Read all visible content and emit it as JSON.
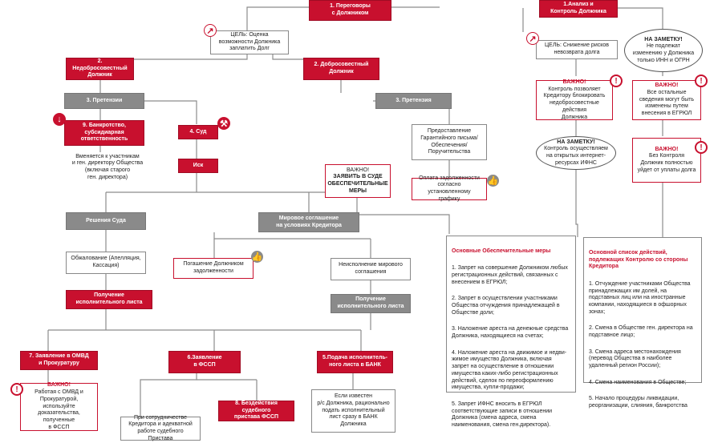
{
  "colors": {
    "accent": "#c8102e",
    "gray": "#8a8a8a",
    "line": "#8c8c8c"
  },
  "nodes": {
    "n1": "1. Переговоры\nс Должником",
    "goal1": "ЦЕЛЬ: Оценка\nвозможности Должника\nзаплатить Долг",
    "n2a": "2. Недобросовестный\nДолжник",
    "n2b": "2. Добросовестный\nДолжник",
    "n3a": "3. Претензии",
    "n3b": "3. Претензия",
    "n9": "9. Банкротство,\nсубсидиарная\nответственность",
    "n9text": "Вменяется к участникам\nи ген. директору Общества\n(включая старого\nген. директора)",
    "n4": "4. Суд",
    "isk": "Иск",
    "warn_court_title": "ВАЖНО!",
    "warn_court_text": "ЗАЯВИТЬ В СУДЕ\nОБЕСПЕЧИТЕЛЬНЫЕ\nМЕРЫ",
    "guarantee": "Предоставление\nГарантийного письма/\nОбеспечения/\nПоручительства",
    "payment": "Оплата задолженности\nсогласно установленному\nграфику",
    "decisions": "Решения Суда",
    "settlement": "Мировое соглашение\nна условиях Кредитора",
    "appeal": "Обжалование (Апелляция,\nКассация)",
    "repay": "Погашение Должником\nзадолженности",
    "nonexec": "Неисполнение мирового\nсоглашения",
    "getlist_red": "Получение\nисполнительного листа",
    "getlist_gray": "Получение\nисполнительного листа",
    "n7": "7. Заявление в ОМВД\nи Прокуратуру",
    "n6": "6.Заявление\nв ФССП",
    "n5": "5.Подача исполнитель-\nного листа в БАНК",
    "warn_police_title": "ВАЖНО!",
    "warn_police_text": "Работая с ОМВД и\nПрокуратурой, используйте\nдоказательства, полученные\nв ФССП",
    "fssp_coop": "При сотрудничестве\nКредитора и адекватной\nработе судебного Пристава",
    "n8": "8. Бездействия судебного\nпристава ФССП",
    "bank_text": "Если известен\nр/с Должника, рационально\nподать исполнительный\nлист сразу в БАНК\nДолжника",
    "n1r": "1.Анализ и\nКонтроль Должника",
    "goal_r": "ЦЕЛЬ: Снижение рисков\nневозврата долга",
    "note_top_title": "НА ЗАМЕТКУ!",
    "note_top_text": "Не подлежат\nизменению у Должника\nтолько ИНН и ОГРН",
    "warn_r1_title": "ВАЖНО!",
    "warn_r1_text": "Контроль позволяет\nКредитору блокировать\nнедобросовестные действия\nДолжника",
    "warn_r2_title": "ВАЖНО!",
    "warn_r2_text": "Все остальные\nсведения могут быть\nизменены путем\nвнесения в ЕГРЮЛ",
    "note_fns_title": "НА ЗАМЕТКУ!",
    "note_fns_text": "Контроль осуществляем\nна открытых интернет-\nресурсах  ИФНС",
    "warn_r3_title": "ВАЖНО!",
    "warn_r3_text": "Без Контроля\nДолжник полностью\nуйдет от  уплаты долга"
  },
  "measures_panel": {
    "title": "Основные Обеспечительные меры",
    "items": [
      "1. Запрет на совершение Должником любых регистрационных действий, связанных с внесением в ЕГРЮЛ;",
      "2. Запрет в осуществлении участниками Общества отчуждения принадлежащей в Обществе доли;",
      "3. Наложение ареста на денежные средства Должника, находящиеся на счетах;",
      "4. Наложение ареста на движимое и недви-жимое имущество Должника, включая запрет на осуществление в отношении имущества каких-либо регистрационных действий, сделок по переоформлению имущества, купли-продажи;",
      "5. Запрет ИФНС вносить в ЕГРЮЛ соответствующие записи в отношении Должника (смена адреса, смена наименования, смена ген.директора)."
    ]
  },
  "actions_panel": {
    "title": "Основной список действий, подлежащих Контролю со стороны Кредитора",
    "items": [
      "1. Отчуждение участниками Общества принадлежащих им долей, на подставных лиц или на иностранные компании, находящиеся в офшорных зонах;",
      "2. Смена в Обществе ген. директора на подставное лицо;",
      "3. Смена адреса местонахождения (перевод Общества в наиболее удаленный регион России);",
      "4. Смена наименования в Обществе;",
      "5. Начало процедуры ликвидации, реорганизации, слияния, банкротства"
    ]
  },
  "icons": {
    "arrow_up_right": "↗",
    "arrow_down": "↓",
    "gavel": "⚒",
    "thumbs_up": "👍",
    "warning": "!"
  }
}
